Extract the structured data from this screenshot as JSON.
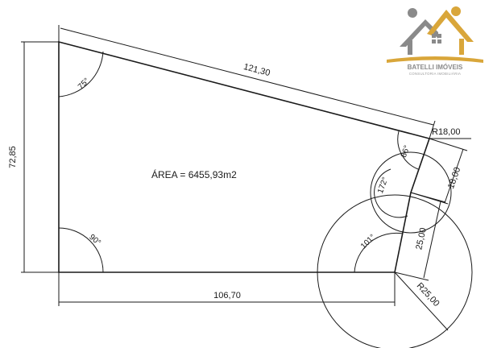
{
  "plan": {
    "area_label": "ÁREA = 6455,93m2",
    "dimensions": {
      "top": "121,30",
      "left": "72,85",
      "bottom": "106,70",
      "right_upper": "18,00",
      "right_lower": "25,00"
    },
    "radii": {
      "upper": "R18,00",
      "lower": "R25,00"
    },
    "angles": {
      "top_left": "75°",
      "bottom_left": "90°",
      "top_right": "86°",
      "middle_right": "172°",
      "bottom_right": "101°"
    }
  },
  "brand": {
    "name": "BATELLI IMÓVEIS",
    "tagline": "CONSULTORIA IMOBILIÁRIA",
    "colors": {
      "gray": "#8a8a8a",
      "gold": "#d9a63a"
    }
  }
}
